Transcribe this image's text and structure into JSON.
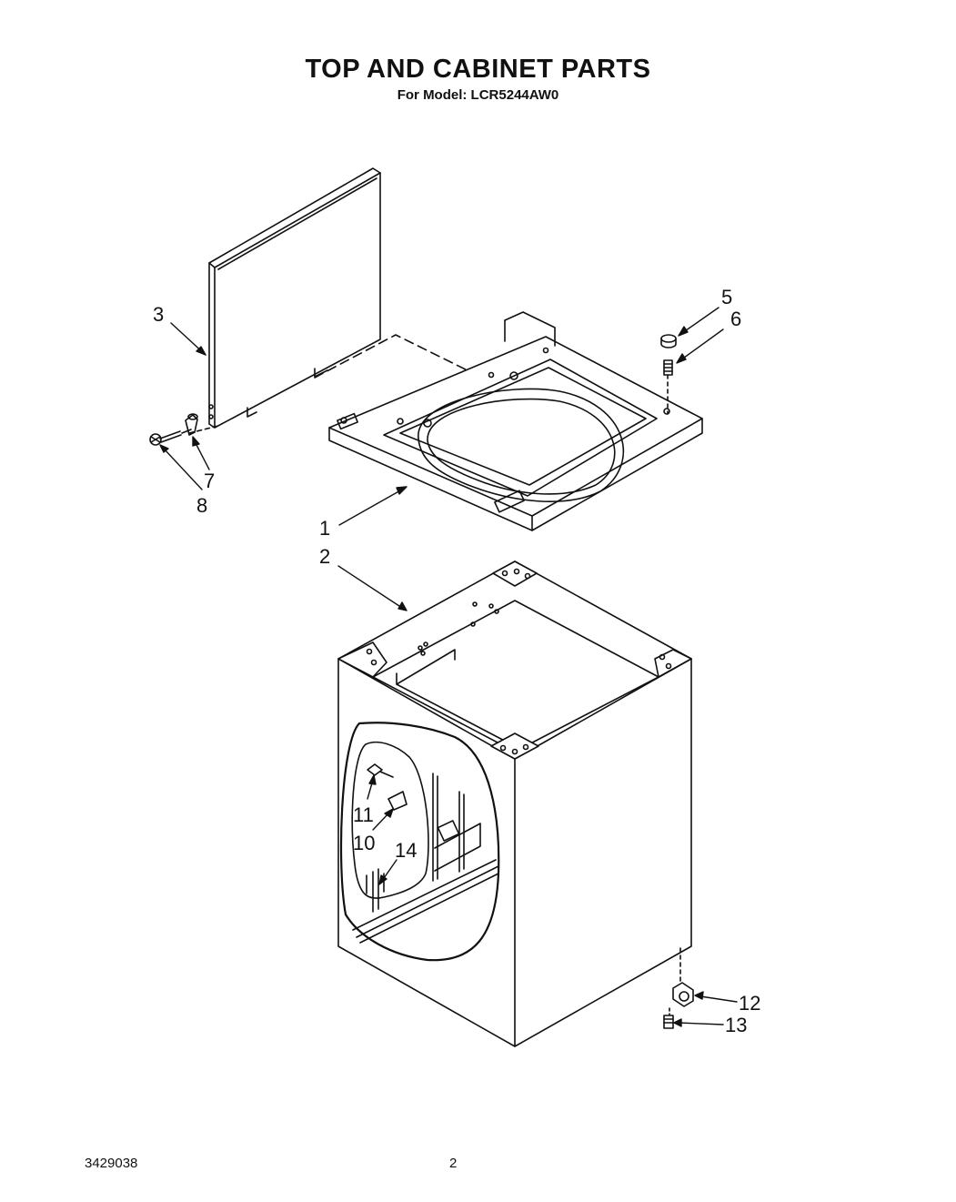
{
  "header": {
    "title": "TOP AND CABINET PARTS",
    "model_line": "For Model: LCR5244AW0"
  },
  "callouts": [
    "1",
    "2",
    "3",
    "5",
    "6",
    "7",
    "8",
    "10",
    "11",
    "12",
    "13",
    "14"
  ],
  "footer": {
    "doc_number": "3429038",
    "page_number": "2"
  }
}
